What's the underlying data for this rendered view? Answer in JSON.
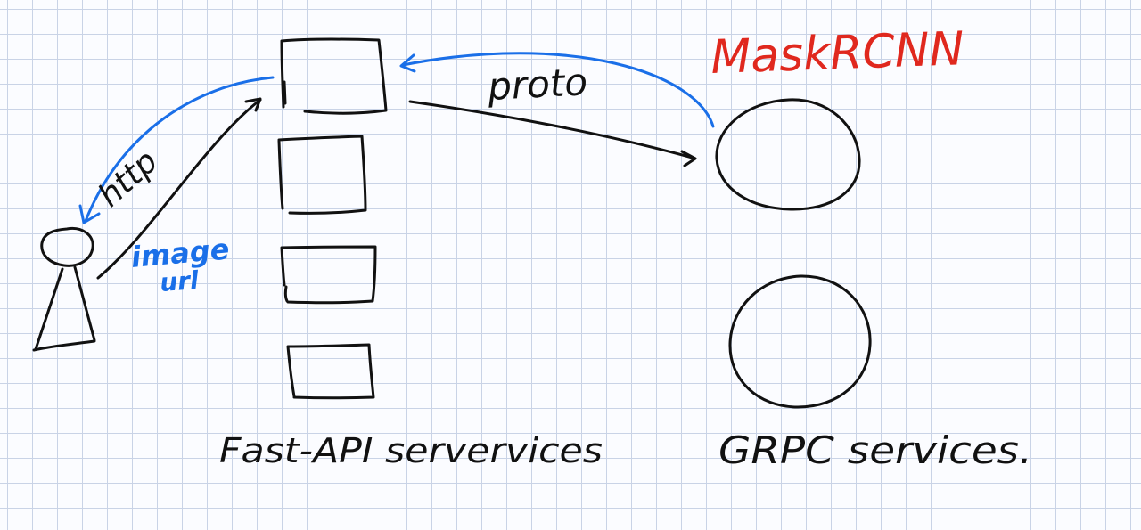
{
  "colors": {
    "ink": "#111111",
    "request_arrow": "#1a6fe8",
    "model_label": "#e0281e",
    "grid": "#c9d3e6"
  },
  "labels": {
    "model": "MaskRCNN",
    "protocol": "proto",
    "http": "http",
    "image_line1": "image",
    "image_line2": "url",
    "fastapi_group": "Fast-API servervices",
    "grpc_group": "GRPC services."
  },
  "nodes": {
    "client": {
      "icon": "stick-figure-icon"
    },
    "fastapi_boxes": {
      "count": 4,
      "icon": "service-box-icon"
    },
    "grpc_circles": {
      "count": 2,
      "icon": "service-circle-icon"
    }
  }
}
